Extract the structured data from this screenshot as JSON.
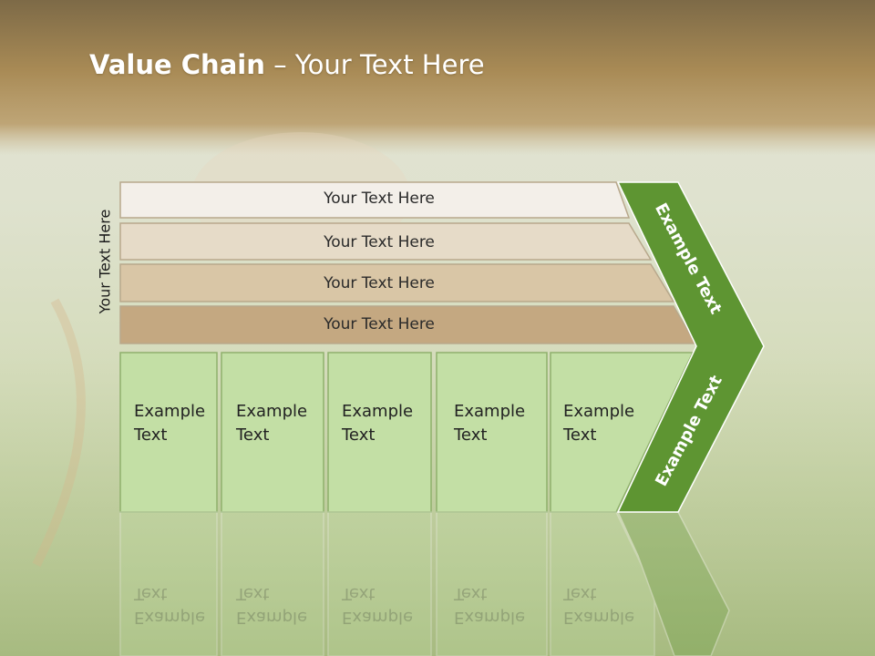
{
  "slide": {
    "title_bold": "Value Chain",
    "title_rest": " – Your Text Here",
    "side_label": "Your Text Here"
  },
  "rows": [
    {
      "label": "Your Text Here",
      "color": "#f3efe9"
    },
    {
      "label": "Your Text Here",
      "color": "#e6dbc8"
    },
    {
      "label": "Your Text Here",
      "color": "#d9c6a6"
    },
    {
      "label": "Your Text Here",
      "color": "#c4a881"
    }
  ],
  "boxes": [
    {
      "label": "Example\nText"
    },
    {
      "label": "Example\nText"
    },
    {
      "label": "Example\nText"
    },
    {
      "label": "Example\nText"
    },
    {
      "label": "Example\nText"
    }
  ],
  "arrow": {
    "upper_label": "Example Text",
    "lower_label": "Example Text",
    "color": "#5e9532"
  },
  "colors": {
    "box_fill": "#c3dfa5",
    "box_stroke": "#ffffff",
    "header_band": "#a88a55"
  }
}
